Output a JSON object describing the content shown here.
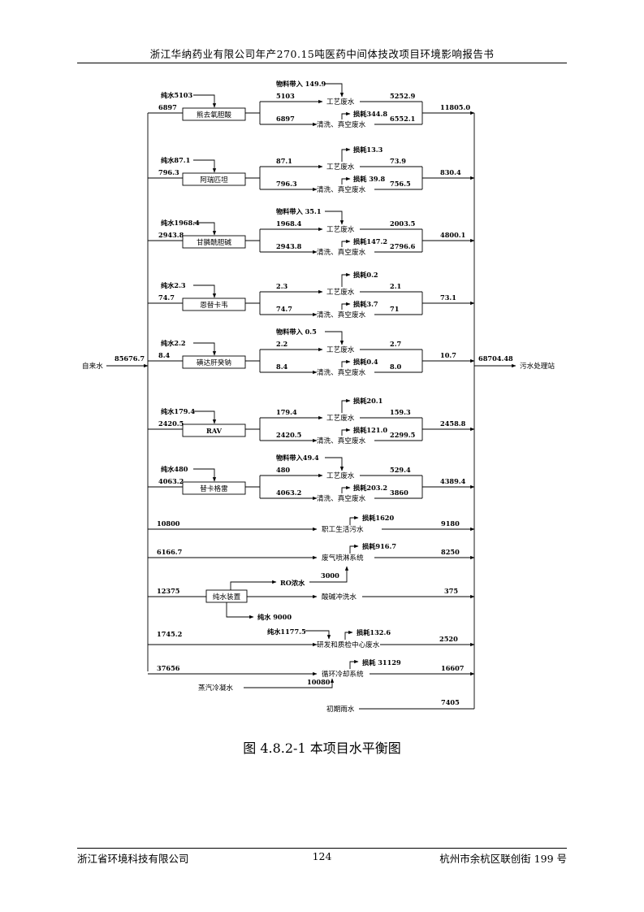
{
  "header": "浙江华纳药业有限公司年产270.15吨医药中间体技改项目环境影响报告书",
  "caption": "图 4.8.2-1  本项目水平衡图",
  "footer": {
    "left": "浙江省环境科技有限公司",
    "center": "124",
    "right": "杭州市余杭区联创街 199 号"
  },
  "diagram": {
    "source_label": "自来水",
    "source_value": "85676.7",
    "sink_label": "污水处理站",
    "sink_value": "68704.48",
    "product_blocks": [
      {
        "name": "熊去氧胆酸",
        "pure_water": "纯水5103",
        "feed": "6897",
        "process_in": "5103",
        "extra": "物料带入 149.9",
        "process_out": "5252.9",
        "clean_in": "6897",
        "loss": "损耗344.8",
        "clean_out": "6552.1",
        "total": "11805.0",
        "process_label": "工艺废水",
        "clean_label": "清洗、真空废水"
      },
      {
        "name": "阿瑞匹坦",
        "pure_water": "纯水87.1",
        "feed": "796.3",
        "process_in": "87.1",
        "extra": "损耗13.3",
        "process_out": "73.9",
        "clean_in": "796.3",
        "loss": "损耗 39.8",
        "clean_out": "756.5",
        "total": "830.4",
        "process_label": "工艺废水",
        "clean_label": "清洗、真空废水"
      },
      {
        "name": "甘膦酰胆碱",
        "pure_water": "纯水1968.4",
        "feed": "2943.8",
        "process_in": "1968.4",
        "extra": "物料带入 35.1",
        "process_out": "2003.5",
        "clean_in": "2943.8",
        "loss": "损耗147.2",
        "clean_out": "2796.6",
        "total": "4800.1",
        "process_label": "工艺废水",
        "clean_label": "清洗、真空废水"
      },
      {
        "name": "恩替卡韦",
        "pure_water": "纯水2.3",
        "feed": "74.7",
        "process_in": "2.3",
        "extra": "损耗0.2",
        "process_out": "2.1",
        "clean_in": "74.7",
        "loss": "损耗3.7",
        "clean_out": "71",
        "total": "73.1",
        "process_label": "工艺废水",
        "clean_label": "清洗、真空废水"
      },
      {
        "name": "磺达肝癸钠",
        "pure_water": "纯水2.2",
        "feed": "8.4",
        "process_in": "2.2",
        "extra": "物料带入 0.5",
        "process_out": "2.7",
        "clean_in": "8.4",
        "loss": "损耗0.4",
        "clean_out": "8.0",
        "total": "10.7",
        "process_label": "工艺废水",
        "clean_label": "清洗、真空废水"
      },
      {
        "name": "RAV",
        "pure_water": "纯水179.4",
        "feed": "2420.5",
        "process_in": "179.4",
        "extra": "损耗20.1",
        "process_out": "159.3",
        "clean_in": "2420.5",
        "loss": "损耗121.0",
        "clean_out": "2299.5",
        "total": "2458.8",
        "process_label": "工艺废水",
        "clean_label": "清洗、真空废水"
      },
      {
        "name": "替卡格雷",
        "pure_water": "纯水480",
        "feed": "4063.2",
        "process_in": "480",
        "extra": "物料带入49.4",
        "process_out": "529.4",
        "clean_in": "4063.2",
        "loss": "损耗203.2",
        "clean_out": "3860",
        "total": "4389.4",
        "process_label": "工艺废水",
        "clean_label": "清洗、真空废水"
      }
    ],
    "staff": {
      "in": "10800",
      "loss": "损耗1620",
      "label": "职工生活污水",
      "out": "9180"
    },
    "scrubber": {
      "in": "6166.7",
      "loss": "损耗916.7",
      "label": "废气喷淋系统",
      "out": "8250"
    },
    "ro": {
      "in": "12375",
      "box": "纯水装置",
      "concentrate": "RO浓水",
      "concentrate_value": "3000",
      "label": "酸碱冲洗水",
      "out": "375",
      "pure": "纯水 9000"
    },
    "lab": {
      "in": "1745.2",
      "pure_in": "纯水1177.5",
      "loss": "损耗132.6",
      "label": "研发和质检中心废水",
      "out": "2520"
    },
    "cooling": {
      "in": "37656",
      "loss": "损耗 31129",
      "label": "循环冷却系统",
      "out": "16607",
      "steam_label": "蒸汽冷凝水",
      "steam_value": "10080"
    },
    "rain": {
      "label": "初期雨水",
      "out": "7405"
    }
  }
}
